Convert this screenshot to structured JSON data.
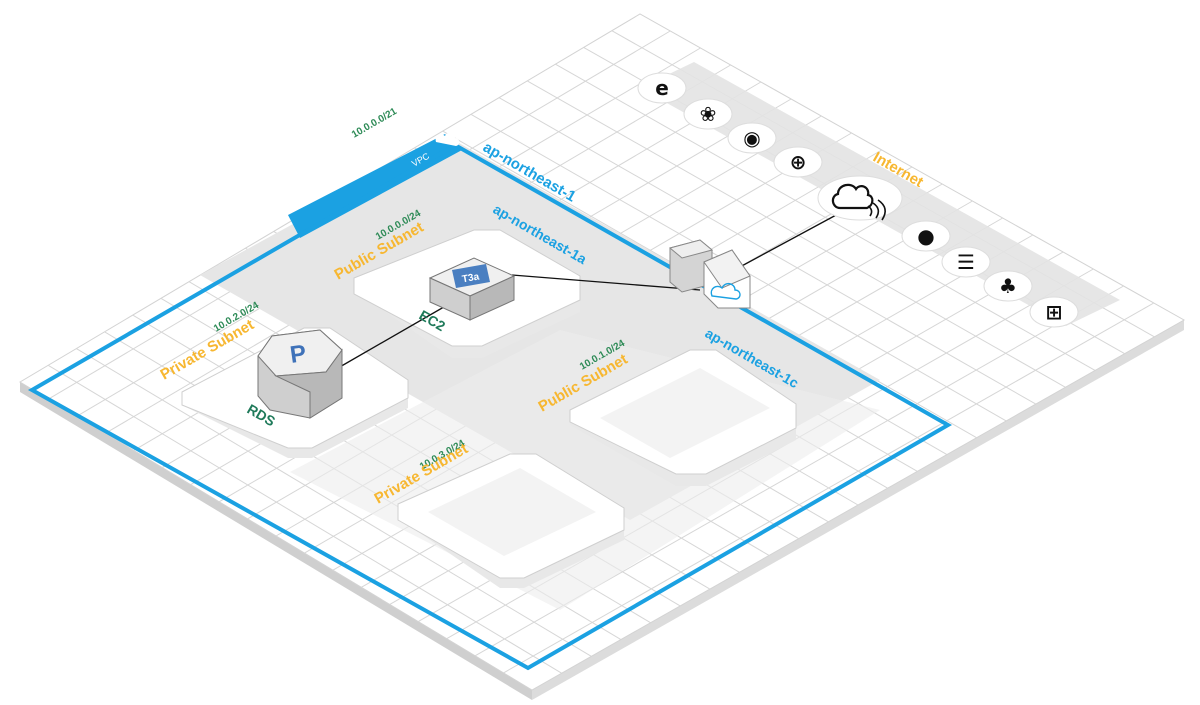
{
  "colors": {
    "vpc_blue": "#1ba1e2",
    "subnet_orange": "#f7b731",
    "cidr_green": "#2e8b57",
    "eb2_green": "#1f7a5a"
  },
  "vpc": {
    "cidr": "10.0.0.0/21",
    "tag": "VPC",
    "icon": "cloud-icon"
  },
  "region": {
    "name": "ap-northeast-1"
  },
  "zones": [
    {
      "name": "ap-northeast-1a"
    },
    {
      "name": "ap-northeast-1c"
    }
  ],
  "subnets": [
    {
      "title": "Public Subnet",
      "cidr": "10.0.0.0/24"
    },
    {
      "title": "Private Subnet",
      "cidr": "10.0.2.0/24"
    },
    {
      "title": "Public Subnet",
      "cidr": "10.0.1.0/24"
    },
    {
      "title": "Private Subnet",
      "cidr": "10.0.3.0/24"
    }
  ],
  "nodes": {
    "rds": {
      "label": "RDS",
      "icon": "postgres-p-icon"
    },
    "ec2": {
      "label": "EC2",
      "badge": "T3a"
    },
    "gateway": {
      "icon": "internet-gateway-cloud-icon"
    }
  },
  "internet": {
    "label": "Internet",
    "icon": "cloud-signal-icon",
    "clients": [
      "edge-browser-icon",
      "firefox-browser-icon",
      "chrome-browser-icon",
      "safari-browser-icon",
      "apple-icon",
      "android-icon",
      "linux-icon",
      "windows-icon"
    ]
  }
}
